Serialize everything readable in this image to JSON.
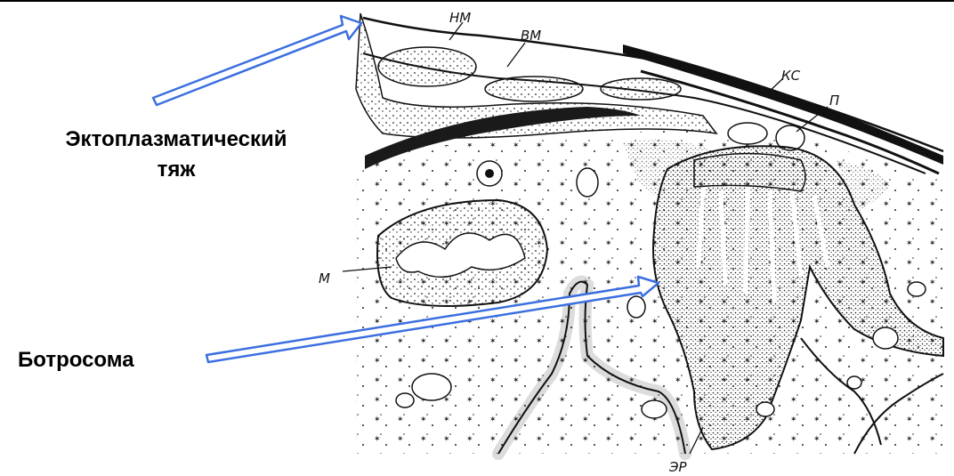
{
  "labels": {
    "ectoplasmic_line1": "Эктоплазматический",
    "ectoplasmic_line2": "тяж",
    "botrosome": "Ботросома"
  },
  "figure_labels": {
    "nm": "НМ",
    "vm": "ВМ",
    "ks": "КС",
    "p": "П",
    "m": "М",
    "er": "ЭР"
  },
  "colors": {
    "arrow_fill": "#ffffff",
    "arrow_stroke": "#3b6fe0",
    "ink": "#111111"
  }
}
